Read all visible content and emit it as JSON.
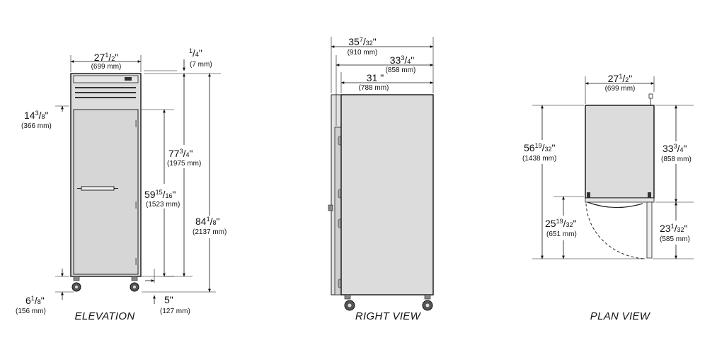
{
  "views": {
    "elevation": {
      "caption": "ELEVATION",
      "width": {
        "main": "27",
        "num": "1",
        "den": "2",
        "unit": "\"",
        "mm": "(699 mm)"
      },
      "top_gap": {
        "main": "",
        "num": "1",
        "den": "4",
        "unit": "\"",
        "mm": "(7 mm)"
      },
      "grille": {
        "main": "14",
        "num": "3",
        "den": "8",
        "unit": "\"",
        "mm": "(366 mm)"
      },
      "cabinet_height": {
        "main": "77",
        "num": "3",
        "den": "4",
        "unit": "\"",
        "mm": "(1975 mm)"
      },
      "door_height": {
        "main": "59",
        "num": "15",
        "den": "16",
        "unit": "\"",
        "mm": "(1523 mm)"
      },
      "overall_height": {
        "main": "84",
        "num": "1",
        "den": "8",
        "unit": "\"",
        "mm": "(2137 mm)"
      },
      "caster_height": {
        "main": "6",
        "num": "1",
        "den": "8",
        "unit": "\"",
        "mm": "(156 mm)"
      },
      "caster_offset": {
        "main": "5",
        "num": "",
        "den": "",
        "unit": "\"",
        "mm": "(127 mm)"
      }
    },
    "right": {
      "caption": "RIGHT VIEW",
      "overall_depth": {
        "main": "35",
        "num": "7",
        "den": "32",
        "unit": "\"",
        "mm": "(910 mm)"
      },
      "body_depth": {
        "main": "33",
        "num": "3",
        "den": "4",
        "unit": "\"",
        "mm": "(858 mm)"
      },
      "cabinet_depth": {
        "main": "31",
        "num": "",
        "den": "",
        "unit": " \"",
        "mm": "(788 mm)"
      }
    },
    "plan": {
      "caption": "PLAN VIEW",
      "width": {
        "main": "27",
        "num": "1",
        "den": "2",
        "unit": "\"",
        "mm": "(699 mm)"
      },
      "total_depth": {
        "main": "56",
        "num": "19",
        "den": "32",
        "unit": "\"",
        "mm": "(1438 mm)"
      },
      "body_depth": {
        "main": "33",
        "num": "3",
        "den": "4",
        "unit": "\"",
        "mm": "(858 mm)"
      },
      "door_swing": {
        "main": "25",
        "num": "19",
        "den": "32",
        "unit": "\"",
        "mm": "(651 mm)"
      },
      "door_clear": {
        "main": "23",
        "num": "1",
        "den": "32",
        "unit": "\"",
        "mm": "(585 mm)"
      }
    }
  }
}
